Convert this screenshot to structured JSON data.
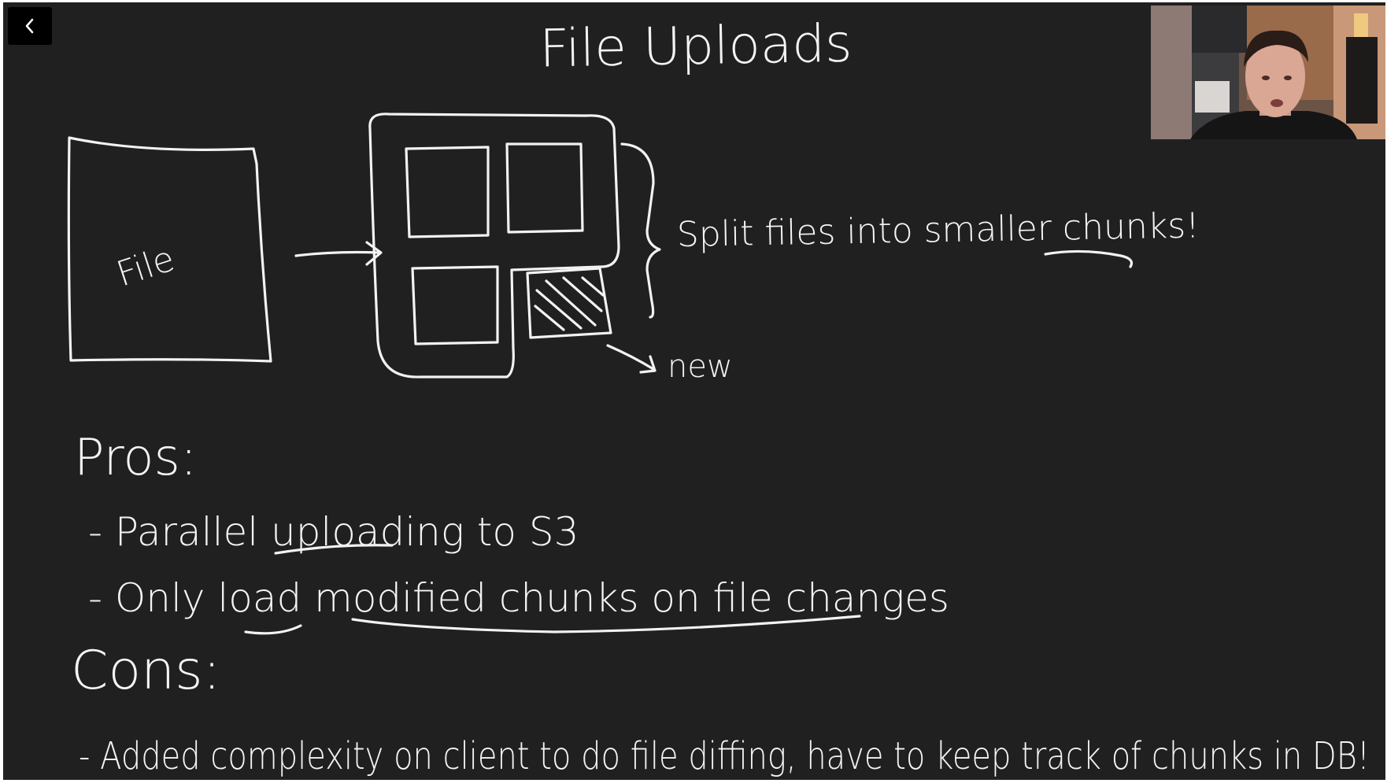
{
  "controls": {
    "back_icon": "chevron-left-icon"
  },
  "whiteboard": {
    "title": "File Uploads",
    "file_label": "File",
    "split_note": "Split files into smaller chunks!",
    "new_label": "new",
    "pros_heading": "Pros:",
    "pros": [
      "- Parallel uploading to S3",
      "- Only load modified chunks on file changes"
    ],
    "cons_heading": "Cons:",
    "cons": [
      "- Added complexity on client to do file diffing, have to keep track of chunks in DB!"
    ]
  },
  "webcam": {
    "icon": "presenter-video-icon"
  },
  "colors": {
    "board": "#212021",
    "ink": "#f2f2f2",
    "frame": "#ffffff"
  }
}
